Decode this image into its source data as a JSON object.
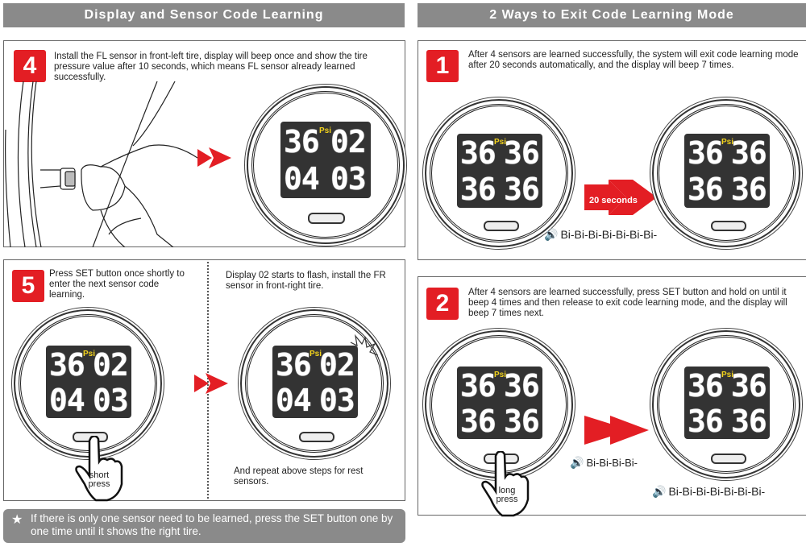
{
  "left_section": {
    "title": "Display and Sensor Code Learning",
    "step4": {
      "number": "4",
      "text": "Install the FL sensor in front-left tire, display will beep once and show the tire pressure value after 10 seconds, which means FL sensor already learned successfully.",
      "display": {
        "tl": "36",
        "tr": "02",
        "bl": "04",
        "br": "03",
        "unit": "Psi"
      }
    },
    "step5": {
      "number": "5",
      "text": "Press SET button once shortly to enter the next sensor code learning.",
      "text_right": "Display 02 starts to flash, install the FR sensor in front-right tire.",
      "text_repeat": "And repeat above steps for rest sensors.",
      "press_label_1": "short",
      "press_label_2": "press",
      "display_left": {
        "tl": "36",
        "tr": "02",
        "bl": "04",
        "br": "03",
        "unit": "Psi"
      },
      "display_right": {
        "tl": "36",
        "tr": "02",
        "bl": "04",
        "br": "03",
        "unit": "Psi"
      }
    },
    "note": {
      "icon": "star-icon",
      "text": "If there is only one sensor need to be learned, press the SET button one by one time until it shows the right tire."
    }
  },
  "right_section": {
    "title": "2 Ways to Exit Code Learning Mode",
    "way1": {
      "number": "1",
      "text": "After 4 sensors are learned successfully, the system will exit code learning mode after 20 seconds automatically, and the display will beep 7 times.",
      "arrow_label": "20 seconds",
      "beep": "Bi-Bi-Bi-Bi-Bi-Bi-Bi-",
      "display_left": {
        "tl": "36",
        "tr": "36",
        "bl": "36",
        "br": "36",
        "unit": "Psi"
      },
      "display_right": {
        "tl": "36",
        "tr": "36",
        "bl": "36",
        "br": "36",
        "unit": "Psi"
      }
    },
    "way2": {
      "number": "2",
      "text": "After 4 sensors are learned successfully, press SET button and hold on until it beep 4 times and then release to exit code learning mode, and the display will beep 7 times next.",
      "beep_short": "Bi-Bi-Bi-Bi-",
      "beep_long": "Bi-Bi-Bi-Bi-Bi-Bi-Bi-",
      "press_label_1": "long",
      "press_label_2": "press",
      "display_left": {
        "tl": "36",
        "tr": "36",
        "bl": "36",
        "br": "36",
        "unit": "Psi"
      },
      "display_right": {
        "tl": "36",
        "tr": "36",
        "bl": "36",
        "br": "36",
        "unit": "Psi"
      }
    }
  },
  "colors": {
    "header_gray": "#8a8a8a",
    "badge_red": "#e31e24",
    "psi_yellow": "#f2d21c",
    "lcd_bg": "#333333"
  }
}
